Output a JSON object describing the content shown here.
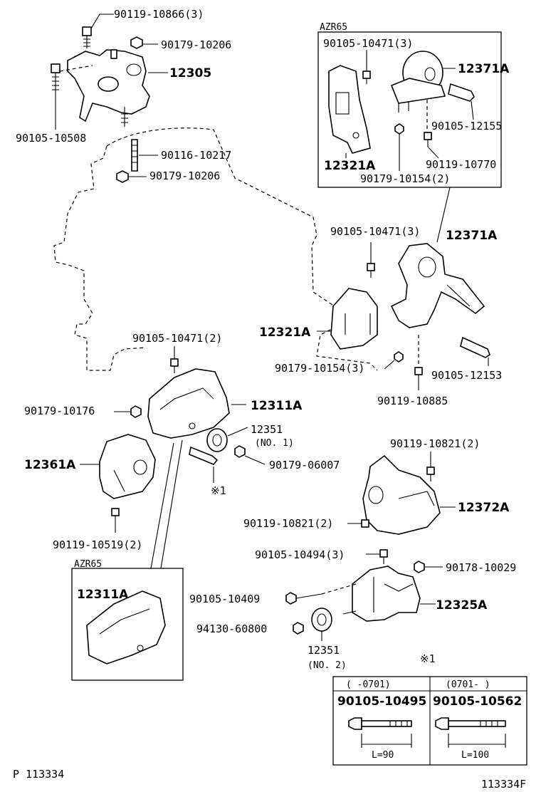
{
  "labels": {
    "p_90119_10866": "90119-10866(3)",
    "p_90179_10206_top": "90179-10206",
    "p_12305": "12305",
    "p_90105_10508": "90105-10508",
    "p_90116_10217": "90116-10217",
    "p_90179_10206_b": "90179-10206",
    "azr65_top": "AZR65",
    "p_90105_10471_a": "90105-10471(3)",
    "p_12371A_a": "12371A",
    "p_90105_12155": "90105-12155",
    "p_12321A_a": "12321A",
    "p_90119_10770": "90119-10770",
    "p_90179_10154_a": "90179-10154(2)",
    "p_90105_10471_b": "90105-10471(3)",
    "p_12371A_b": "12371A",
    "p_12321A_b": "12321A",
    "p_90179_10154_b": "90179-10154(3)",
    "p_90105_12153": "90105-12153",
    "p_90119_10885": "90119-10885",
    "p_90105_10471_c": "90105-10471(2)",
    "p_90179_10176": "90179-10176",
    "p_12311A_a": "12311A",
    "p_12351_a": "12351",
    "no1": "(NO. 1)",
    "p_12361A": "12361A",
    "p_90179_06007": "90179-06007",
    "note_mark_a": "※1",
    "p_90119_10821_a": "90119-10821(2)",
    "p_12372A": "12372A",
    "p_90119_10821_b": "90119-10821(2)",
    "p_90119_10519": "90119-10519(2)",
    "azr65_bottom": "AZR65",
    "p_90105_10494": "90105-10494(3)",
    "p_90178_10029": "90178-10029",
    "p_12311A_b": "12311A",
    "p_90105_10409": "90105-10409",
    "p_12325A": "12325A",
    "p_94130_60800": "94130-60800",
    "p_12351_b": "12351",
    "no2": "(NO. 2)",
    "note_mark_b": "※1",
    "footer_left": "P 113334",
    "footer_right": "113334F"
  },
  "table": {
    "headers": [
      "(    -0701)",
      "(0701-      )"
    ],
    "parts": [
      "90105-10495",
      "90105-10562"
    ],
    "lengths": [
      "L=90",
      "L=100"
    ]
  }
}
